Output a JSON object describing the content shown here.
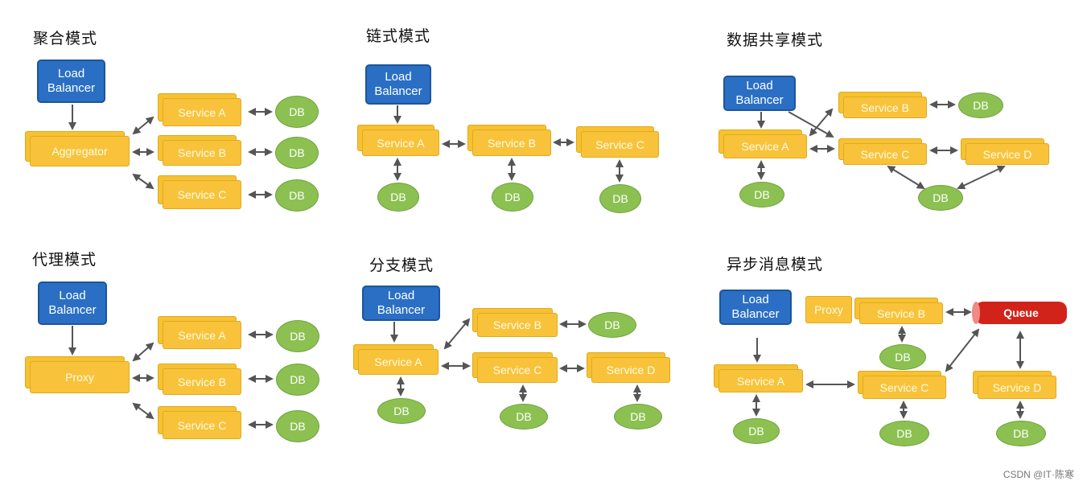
{
  "titles": {
    "aggregator": "聚合模式",
    "chain": "链式模式",
    "shared": "数据共享模式",
    "proxy": "代理模式",
    "branch": "分支模式",
    "async": "异步消息模式"
  },
  "labels": {
    "load": "Load",
    "balancer": "Balancer",
    "aggregator": "Aggregator",
    "proxy": "Proxy",
    "service_a": "Service A",
    "service_b": "Service B",
    "service_c": "Service C",
    "service_d": "Service D",
    "db": "DB",
    "queue": "Queue"
  },
  "watermark": "CSDN @IT·陈寒",
  "colors": {
    "load_balancer": "#2a6fc4",
    "service": "#f8c33a",
    "db": "#8cc152",
    "queue": "#d2231b",
    "arrow": "#555555"
  }
}
